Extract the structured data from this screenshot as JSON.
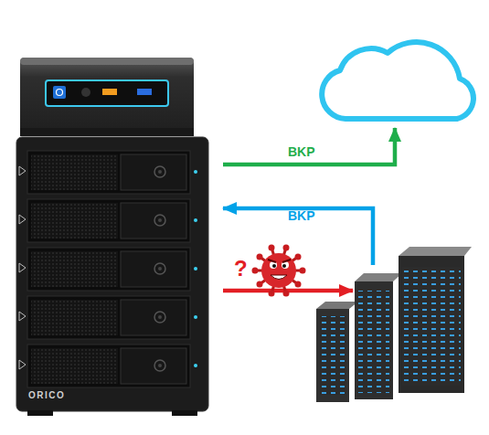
{
  "diagram": {
    "nodes": [
      {
        "text": [
          "ORICO"
        ]
      },
      {
        "text": []
      },
      {
        "text": []
      }
    ],
    "edges": [
      {
        "from": 0,
        "to": 1,
        "label": "BKP",
        "arrow": "to"
      },
      {
        "from": 2,
        "to": 0,
        "label": "BKP",
        "arrow": "to"
      },
      {
        "from": 0,
        "to": 2,
        "label": "?",
        "arrow": "to"
      }
    ]
  }
}
